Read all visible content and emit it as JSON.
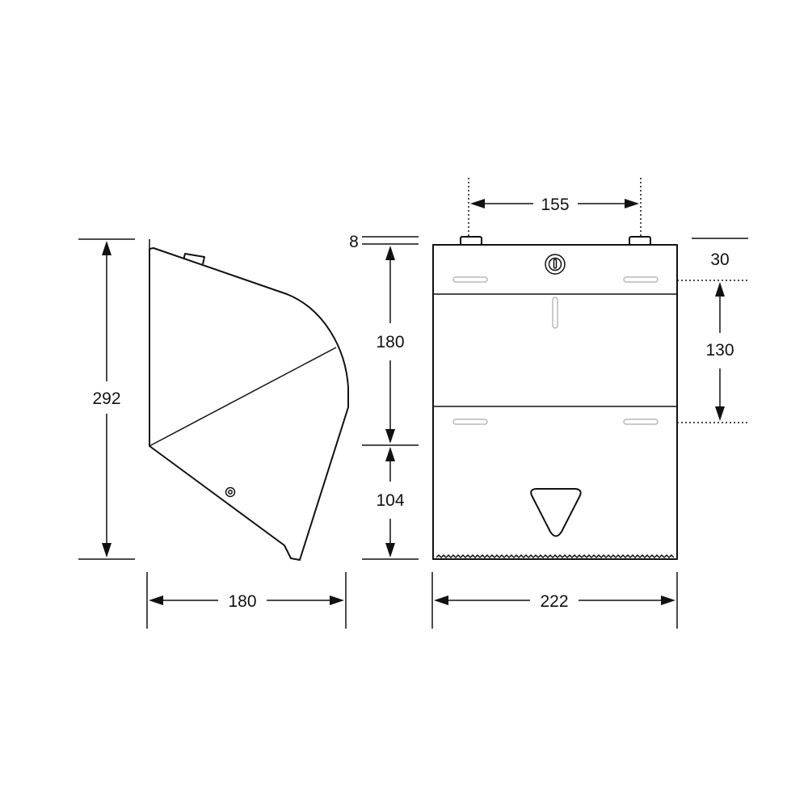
{
  "dimensions": {
    "side_width": "180",
    "side_height": "292",
    "front_width": "222",
    "mount_spacing": "155",
    "top_offset": "8",
    "upper_height": "180",
    "lower_height": "104",
    "top_band": "30",
    "slot_spacing": "130"
  },
  "colors": {
    "line": "#111111",
    "slot": "#b8b8b8",
    "background": "#ffffff"
  }
}
